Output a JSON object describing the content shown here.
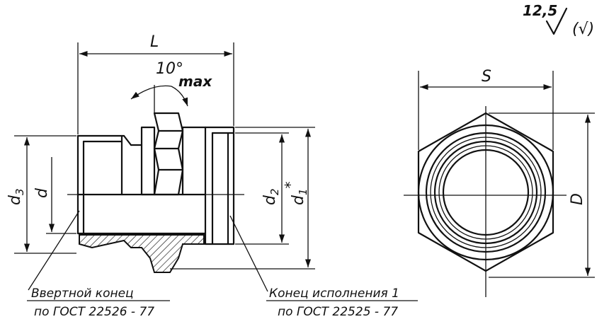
{
  "dimensions": {
    "L": "L",
    "angle": "10°",
    "angle_suffix": "max",
    "d3": "d",
    "d3_sub": "3",
    "d": "d",
    "d2": "d",
    "d2_sub": "2",
    "d1": "d",
    "d1_sub": "1",
    "d1_star": "*",
    "S": "S",
    "D": "D"
  },
  "roughness": {
    "value": "12,5",
    "paren": "(√)"
  },
  "notes": {
    "left_line1": "Ввертной конец",
    "left_line2": "по ГОСТ 22526 - 77",
    "right_line1": "Конец исполнения 1",
    "right_line2": "по ГОСТ 22525 - 77"
  }
}
